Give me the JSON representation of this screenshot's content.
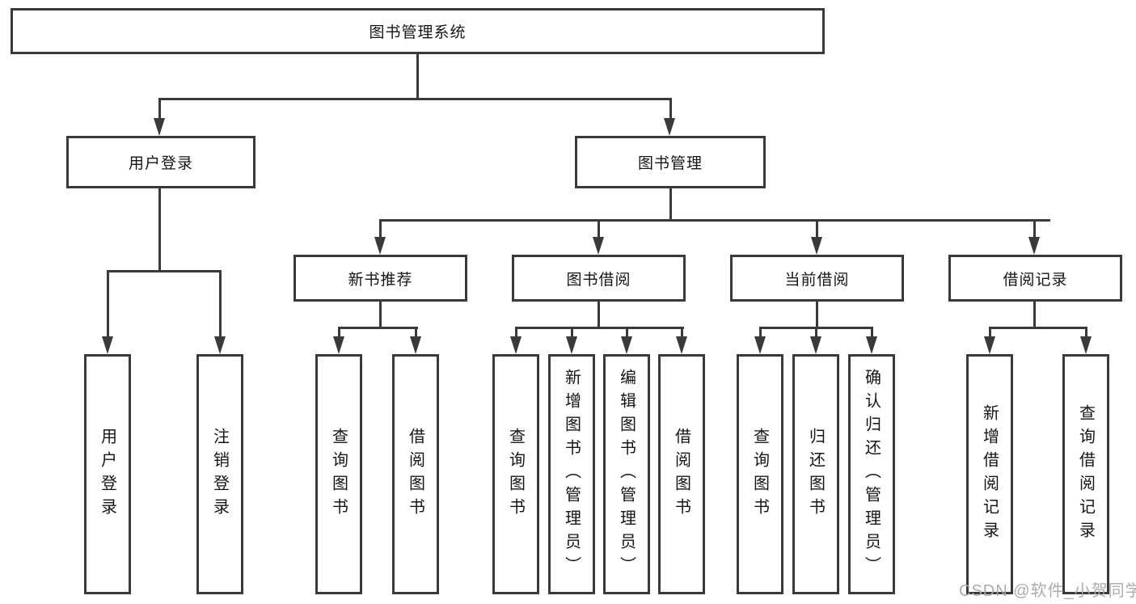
{
  "tree": {
    "root": "图书管理系统",
    "branches": [
      {
        "label": "用户登录",
        "children": [
          "用户登录",
          "注销登录"
        ]
      },
      {
        "label": "图书管理",
        "groups": [
          {
            "label": "新书推荐",
            "children": [
              "查询图书",
              "借阅图书"
            ]
          },
          {
            "label": "图书借阅",
            "children": [
              "查询图书",
              "新增图书（管理员）",
              "编辑图书（管理员）",
              "借阅图书"
            ]
          },
          {
            "label": "当前借阅",
            "children": [
              "查询图书",
              "归还图书",
              "确认归还（管理员）"
            ]
          },
          {
            "label": "借阅记录",
            "children": [
              "新增借阅记录",
              "查询借阅记录"
            ]
          }
        ]
      }
    ]
  },
  "watermark": {
    "text": "CSDN @软件_小贺同学"
  },
  "colors": {
    "line": "#3a3a3a",
    "box_border": "#3a3a3a",
    "text": "#151515",
    "watermark": "#a8a8a8",
    "background": "#ffffff"
  }
}
